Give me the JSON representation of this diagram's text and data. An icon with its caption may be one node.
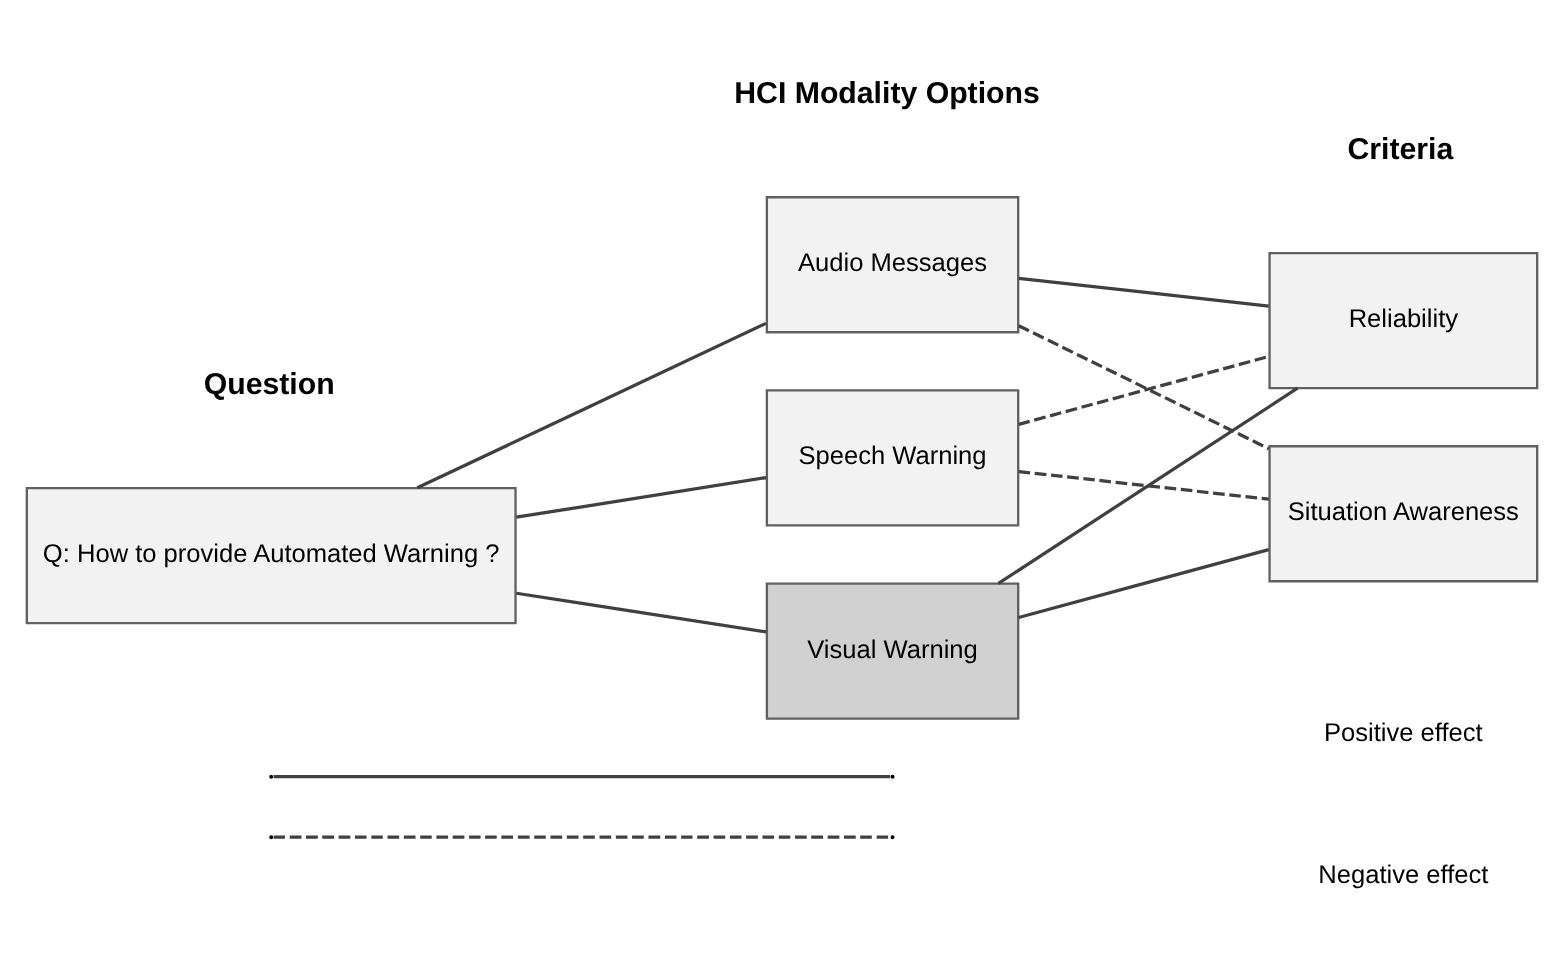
{
  "diagram": {
    "nodes": [
      {
        "text": [
          "Q: How to provide Automated Warning ?"
        ]
      },
      {
        "text": [
          "Audio Messages"
        ]
      },
      {
        "text": [
          "Speech Warning"
        ]
      },
      {
        "text": [
          "Visual Warning"
        ]
      },
      {
        "text": [
          "Reliability"
        ]
      },
      {
        "text": [
          "Situation Awareness"
        ]
      }
    ],
    "edges": [
      {
        "from": 0,
        "to": 1,
        "arrow": "none"
      },
      {
        "from": 0,
        "to": 2,
        "arrow": "none"
      },
      {
        "from": 0,
        "to": 3,
        "arrow": "none"
      },
      {
        "from": 1,
        "to": 4,
        "arrow": "none"
      },
      {
        "from": 1,
        "to": 5,
        "arrow": "none",
        "style": "dashed"
      },
      {
        "from": 2,
        "to": 4,
        "arrow": "none",
        "style": "dashed"
      },
      {
        "from": 2,
        "to": 5,
        "arrow": "none",
        "style": "dashed"
      },
      {
        "from": 3,
        "to": 4,
        "arrow": "none"
      },
      {
        "from": 3,
        "to": 5,
        "arrow": "none"
      }
    ],
    "labels": [
      "Question",
      "HCI Modality Options",
      "Criteria"
    ],
    "legend": [
      {
        "text": "Positive effect"
      },
      {
        "text": "Negative effect"
      }
    ]
  }
}
